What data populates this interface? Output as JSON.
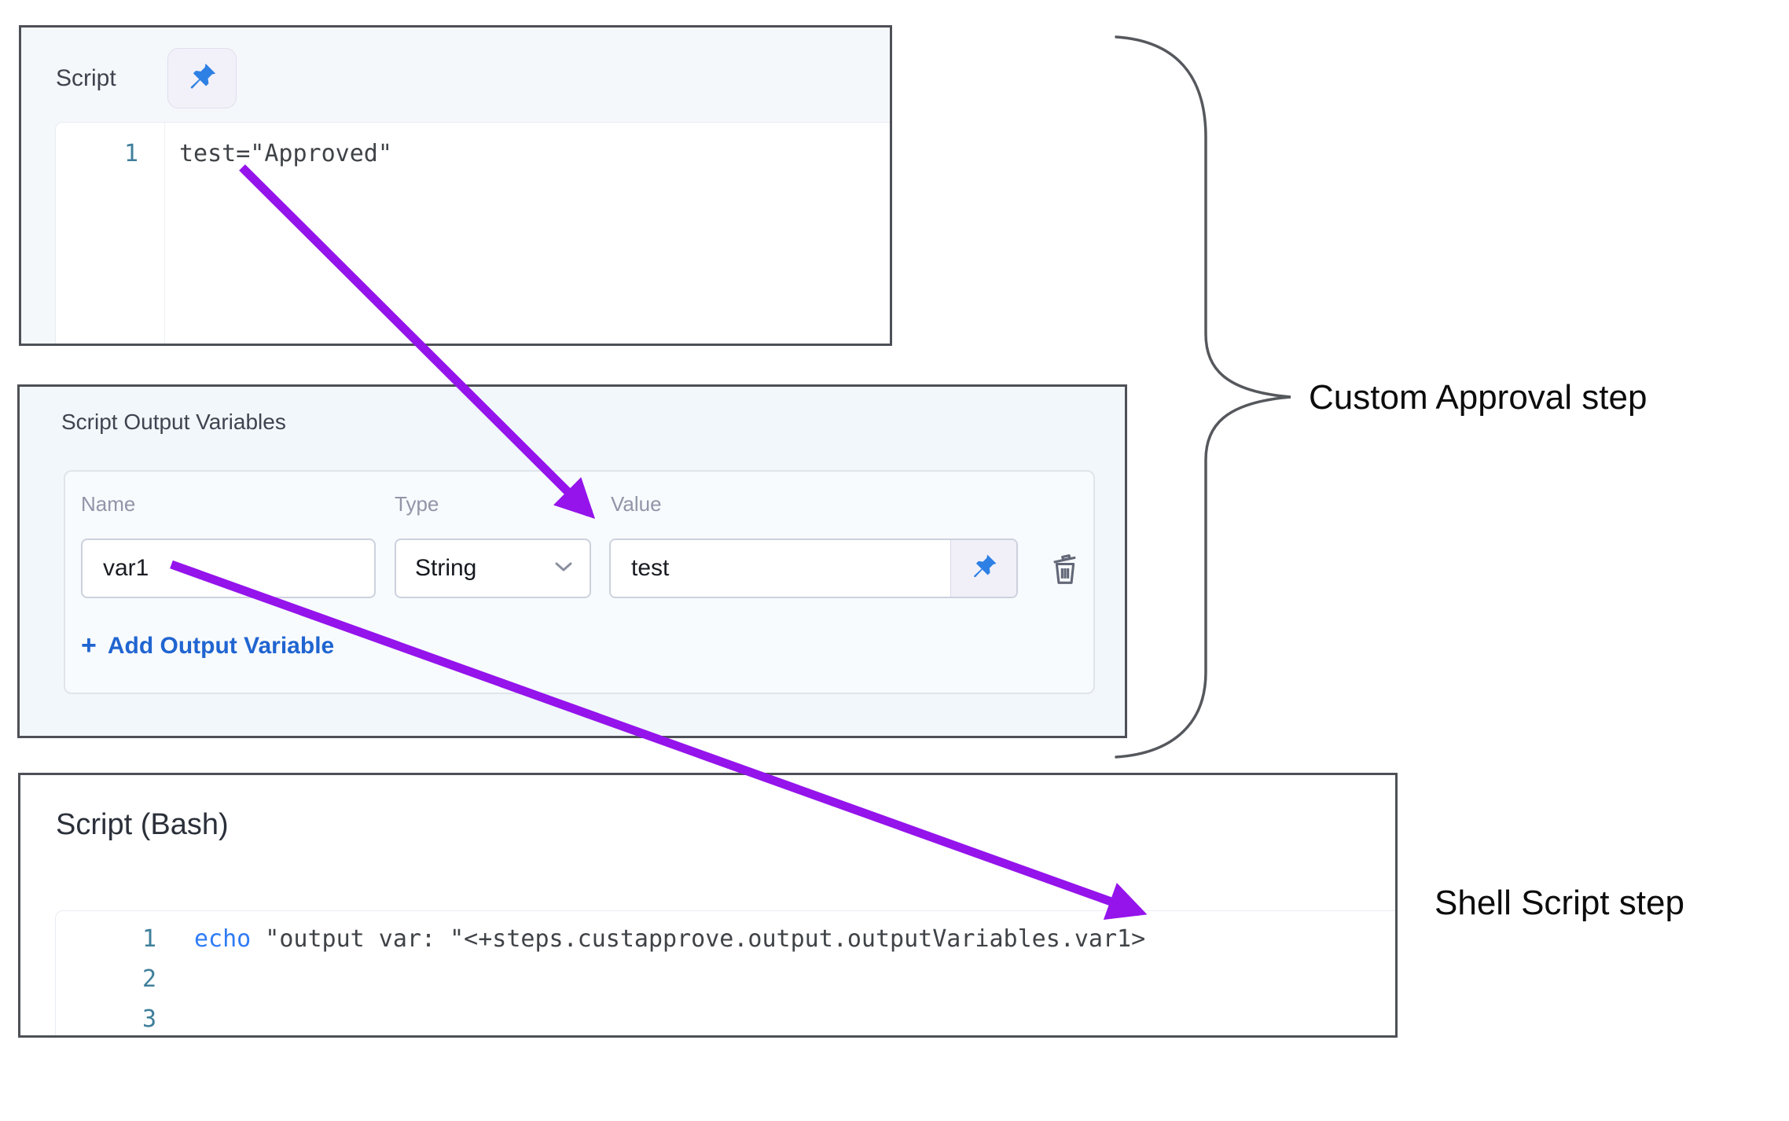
{
  "canvas": {
    "width": "2276",
    "height": "1426"
  },
  "colors": {
    "panel_border": "#4d5056",
    "top_panel_bg": "#f5f8fb",
    "mid_panel_bg": "#f1f7fa",
    "card_bg": "#f8fbfd",
    "arrow_purple": "#9414eb",
    "brace_gray": "#55585c",
    "link_blue": "#2065d1",
    "keyword_blue": "#2f7cf6",
    "line_number_teal": "#3e7f9b",
    "pin_blue": "#2e80e4",
    "trash_gray": "#636878",
    "label_gray": "#9195a8",
    "code_text": "#3f4347"
  },
  "script_panel": {
    "title": "Script",
    "pin_icon": "pushpin-icon",
    "editor": {
      "lines": [
        {
          "number": "1",
          "code": "test=\"Approved\""
        }
      ]
    }
  },
  "variables_panel": {
    "title": "Script Output Variables",
    "columns": {
      "name": "Name",
      "type": "Type",
      "value": "Value"
    },
    "row": {
      "name": "var1",
      "type": "String",
      "value": "test"
    },
    "add_button": {
      "plus": "+",
      "label": "Add Output Variable"
    }
  },
  "bash_panel": {
    "title": "Script (Bash)",
    "editor": {
      "lines": [
        {
          "number": "1",
          "keyword": "echo",
          "code": " \"output var: \"<+steps.custapprove.output.outputVariables.var1>"
        },
        {
          "number": "2",
          "keyword": "",
          "code": ""
        },
        {
          "number": "3",
          "keyword": "",
          "code": ""
        }
      ]
    }
  },
  "annotations": {
    "approval_label": "Custom Approval step",
    "shell_label": "Shell Script step"
  }
}
